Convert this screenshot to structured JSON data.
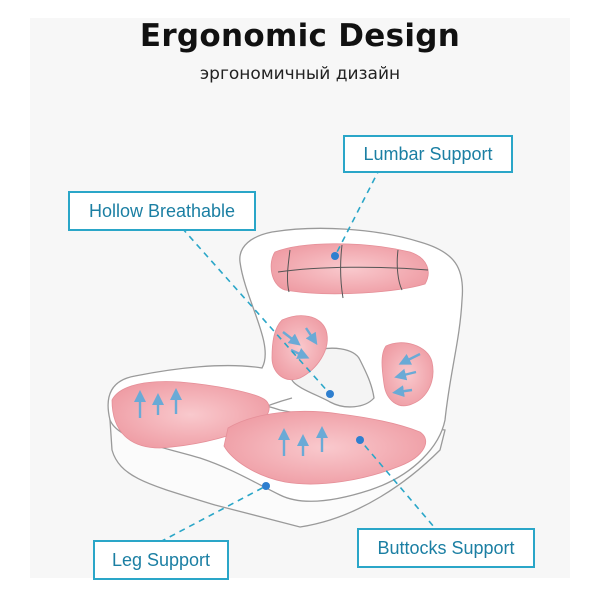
{
  "header": {
    "title": "Ergonomic Design",
    "subtitle": "эргономичный дизайн"
  },
  "callouts": {
    "lumbar": "Lumbar Support",
    "hollow": "Hollow Breathable",
    "leg": "Leg Support",
    "buttocks": "Buttocks Support"
  },
  "colors": {
    "accent": "#2aa6c8",
    "label_text": "#1b7fa3",
    "pad": "#f2a6ad",
    "arrow": "#6aaad6"
  }
}
